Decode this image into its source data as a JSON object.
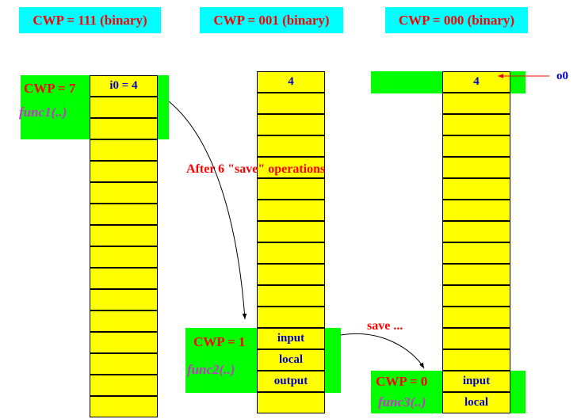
{
  "headers": {
    "left": "CWP = 111 (binary)",
    "middle": "CWP = 001 (binary)",
    "right": "CWP = 000 (binary)"
  },
  "window_left": {
    "cwp_label": "CWP = 7",
    "func_label": "func1(..)",
    "top_cell": "i0 = 4"
  },
  "window_middle": {
    "top_cell": "4",
    "cwp_label": "CWP = 1",
    "func_label": "func2(..)",
    "input": "input",
    "local": "local",
    "output": "output"
  },
  "window_right": {
    "top_cell": "4",
    "o0_label": "o0",
    "cwp_label": "CWP = 0",
    "func_label": "func3(..)",
    "input": "input",
    "local": "local"
  },
  "annotations": {
    "after_save": "After 6 \"save\" operations",
    "save": "save ..."
  },
  "colors": {
    "header_bg": "#00ffff",
    "highlight": "#00ff00",
    "register": "#ffff00",
    "red_text": "#ff0000",
    "blue_text": "#0000cc",
    "magenta_text": "#cc33cc"
  }
}
